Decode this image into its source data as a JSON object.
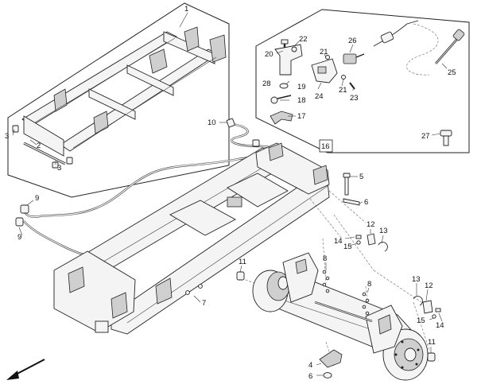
{
  "diagram": {
    "callouts": {
      "c1": "1",
      "c2": "2",
      "c3a": "3",
      "c3b": "3",
      "c4": "4",
      "c5": "5",
      "c6": "6",
      "c7": "7",
      "c8a": "8",
      "c8b": "8",
      "c9a": "9",
      "c9b": "9",
      "c10": "10",
      "c11a": "11",
      "c11b": "11",
      "c12a": "12",
      "c12b": "12",
      "c13a": "13",
      "c13b": "13",
      "c14a": "14",
      "c14b": "14",
      "c15a": "15",
      "c15b": "15",
      "c16": "16",
      "c17": "17",
      "c18": "18",
      "c19": "19",
      "c20": "20",
      "c21a": "21",
      "c21b": "21",
      "c22": "22",
      "c23": "23",
      "c24": "24",
      "c25": "25",
      "c26": "26",
      "c27": "27",
      "c28": "28"
    },
    "icons": {
      "direction_arrow": "arrow-down-left-icon"
    }
  }
}
